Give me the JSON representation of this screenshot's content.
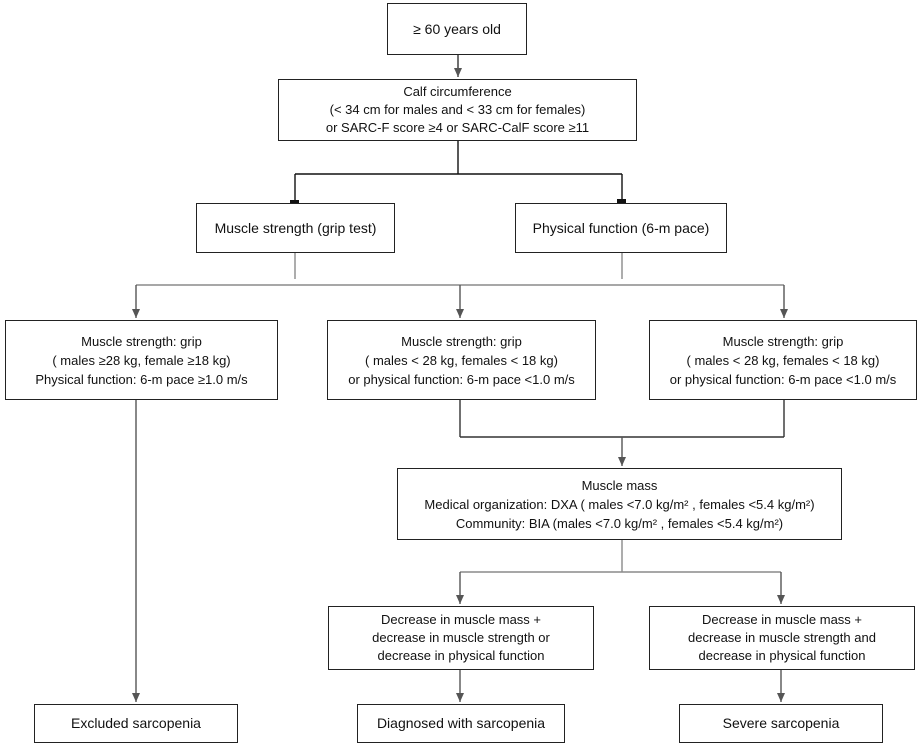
{
  "nodes": {
    "age": {
      "lines": [
        "≥ 60 years old"
      ]
    },
    "screening": {
      "lines": [
        "Calf  circumference",
        "(< 34  cm  for males and  < 33  cm  for females)",
        "or  SARC-F  score ≥4  or  SARC-CalF  score ≥11"
      ]
    },
    "strength_test": {
      "lines": [
        "Muscle strength (grip test)"
      ]
    },
    "function_test": {
      "lines": [
        "Physical function (6-m pace)"
      ]
    },
    "normal": {
      "lines": [
        "Muscle strength:  grip",
        "( males ≥28  kg,  female ≥18  kg)",
        "Physical  function:  6-m  pace ≥1.0  m/s"
      ]
    },
    "low_or": {
      "lines": [
        "Muscle strength:  grip",
        "( males < 28  kg,  females < 18  kg)",
        "or physical function:  6-m  pace <1.0  m/s"
      ]
    },
    "low_or_2": {
      "lines": [
        "Muscle strength:  grip",
        "( males < 28  kg,  females < 18  kg)",
        "or  physical  function:  6-m  pace <1.0  m/s"
      ]
    },
    "mass": {
      "lines": [
        "Muscle mass",
        "Medical organization:  DXA ( males <7.0  kg/m² ,  females <5.4  kg/m²)",
        "Community:  BIA (males <7.0 kg/m² ,  females <5.4 kg/m²)"
      ]
    },
    "dx_criteria": {
      "lines": [
        "Decrease in muscle mass +",
        "decrease  in  muscle strength  or",
        "decrease  in  physical  function"
      ]
    },
    "severe_criteria": {
      "lines": [
        "Decrease  in  muscle mass +",
        "decrease  in  muscle strength  and",
        "decrease  in  physical  function"
      ]
    },
    "excluded": {
      "lines": [
        "Excluded sarcopenia"
      ]
    },
    "diagnosed": {
      "lines": [
        "Diagnosed with sarcopenia"
      ]
    },
    "severe": {
      "lines": [
        "Severe sarcopenia"
      ]
    }
  },
  "colors": {
    "line_dark": "#333333",
    "line_gray": "#8a8a8a",
    "border": "#222222"
  }
}
